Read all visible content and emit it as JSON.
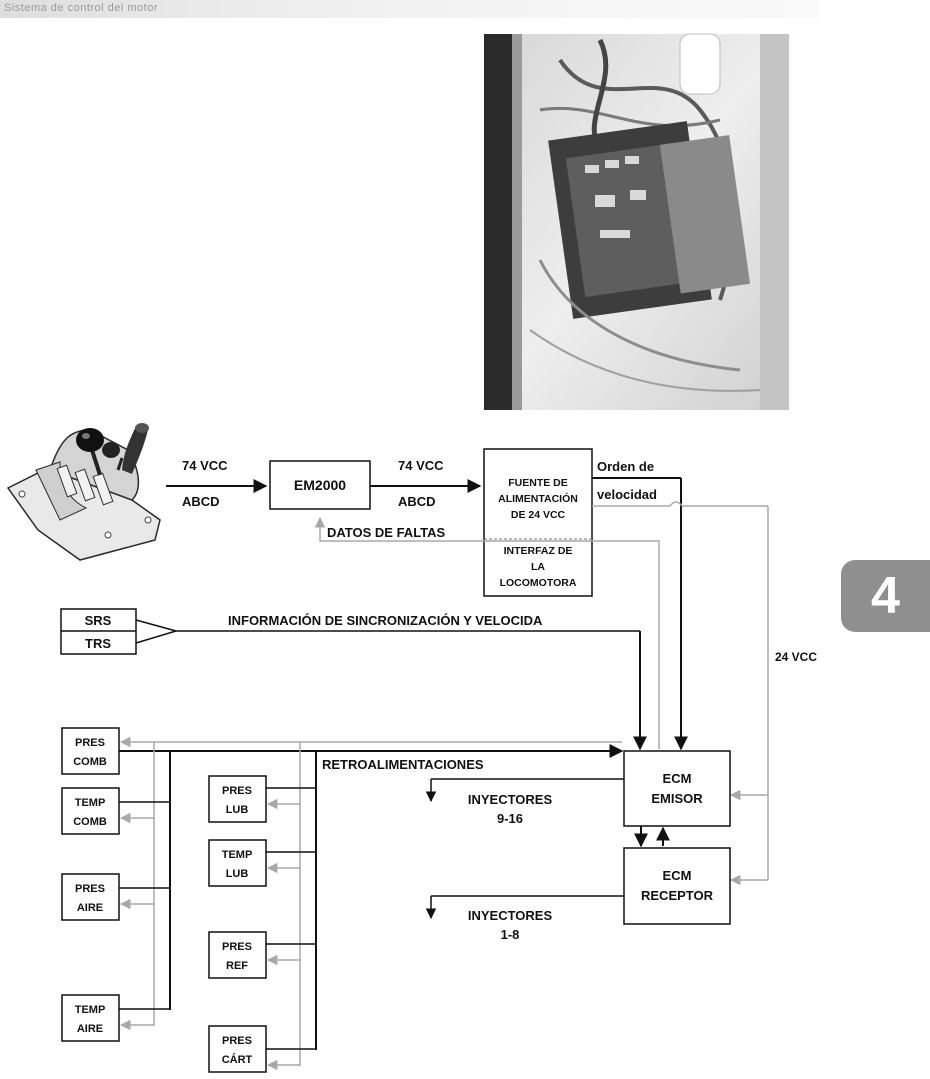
{
  "header": {
    "strip_text": "Sistema de control del motor"
  },
  "chapter": {
    "number": "4"
  },
  "diagram": {
    "throttle_to_em": {
      "voltage": "74 VCC",
      "signal": "ABCD"
    },
    "em2000": "EM2000",
    "em_to_supply": {
      "voltage": "74 VCC",
      "signal": "ABCD"
    },
    "power_supply": [
      "FUENTE DE",
      "ALIMENTACIÓN",
      "DE 24 VCC"
    ],
    "interface": [
      "INTERFAZ DE",
      "LA",
      "LOCOMOTORA"
    ],
    "speed_order": [
      "Orden de",
      "velocidad"
    ],
    "fault_data": "DATOS DE FALTAS",
    "srs": "SRS",
    "trs": "TRS",
    "sync_info": "INFORMACIÓN DE SINCRONIZACIÓN Y VELOCIDA",
    "vcc24": "24 VCC",
    "feedback": "RETROALIMENTACIONES",
    "ecm_emisor": [
      "ECM",
      "EMISOR"
    ],
    "ecm_receptor": [
      "ECM",
      "RECEPTOR"
    ],
    "injectors_a": [
      "INYECTORES",
      "9-16"
    ],
    "injectors_b": [
      "INYECTORES",
      "1-8"
    ],
    "sensors_left": [
      [
        "PRES",
        "COMB"
      ],
      [
        "TEMP",
        "COMB"
      ],
      [
        "PRES",
        "AIRE"
      ],
      [
        "TEMP",
        "AIRE"
      ]
    ],
    "sensors_right": [
      [
        "PRES",
        "LUB"
      ],
      [
        "TEMP",
        "LUB"
      ],
      [
        "PRES",
        "REF"
      ],
      [
        "PRES",
        "CÁRT"
      ]
    ]
  },
  "colors": {
    "line": "#111111",
    "gray_line": "#a8a8a8",
    "tab": "#8f8f8f"
  }
}
